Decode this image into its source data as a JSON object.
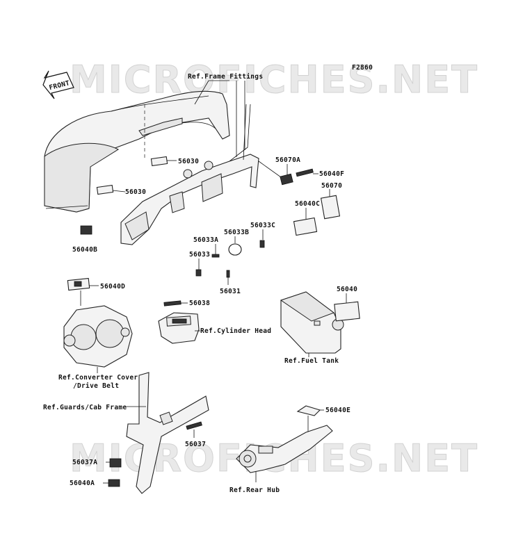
{
  "diagram_id": "F2860",
  "watermark": "MICROFICHES.NET",
  "front_arrow": "FRONT",
  "labels": {
    "ref_frame_fittings": "Ref.Frame Fittings",
    "p56030a": "56030",
    "p56030b": "56030",
    "p56040b": "56040B",
    "p56070a": "56070A",
    "p56040f": "56040F",
    "p56070": "56070",
    "p56040c": "56040C",
    "p56033c": "56033C",
    "p56033b": "56033B",
    "p56033a": "56033A",
    "p56033": "56033",
    "p56031": "56031",
    "p56040d": "56040D",
    "p56038": "56038",
    "ref_cylinder_head": "Ref.Cylinder Head",
    "p56040": "56040",
    "ref_fuel_tank": "Ref.Fuel Tank",
    "ref_converter_cover_1": "Ref.Converter Cover",
    "ref_converter_cover_2": "/Drive Belt",
    "ref_guards_cab_frame": "Ref.Guards/Cab Frame",
    "p56037": "56037",
    "p56037a": "56037A",
    "p56040a": "56040A",
    "p56040e": "56040E",
    "ref_rear_hub": "Ref.Rear Hub"
  },
  "icons": [
    "front-arrow-icon",
    "fender-part",
    "dash-panel-part",
    "converter-cover-part",
    "cylinder-head-part",
    "fuel-tank-part",
    "cab-frame-part",
    "rear-hub-part"
  ]
}
